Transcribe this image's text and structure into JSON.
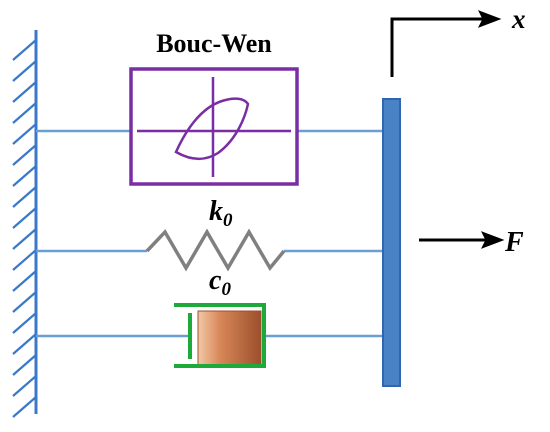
{
  "labels": {
    "bouc_wen": "Bouc-Wen",
    "k_main": "k",
    "k_sub": "0",
    "c_main": "c",
    "c_sub": "0",
    "force": "F",
    "displacement": "x"
  },
  "colors": {
    "wall": "#3a78c8",
    "connectors": "#6a9fd4",
    "plate_fill": "#4a82c6",
    "plate_stroke": "#2f66ad",
    "bouc_wen_box": "#7a2ea6",
    "spring": "#808080",
    "dashpot_housing": "#1daa3a",
    "piston_light": "#f2c9a8",
    "piston_mid": "#d88758",
    "piston_dark": "#9c4f2c",
    "arrows": "#000000"
  },
  "icons": {
    "wall": "fixed-wall-hatch-icon",
    "bouc_wen": "hysteresis-loop-icon",
    "spring": "spring-icon",
    "dashpot": "dashpot-icon",
    "force_arrow": "arrow-right-icon",
    "displacement_arrow": "elbow-arrow-icon"
  }
}
